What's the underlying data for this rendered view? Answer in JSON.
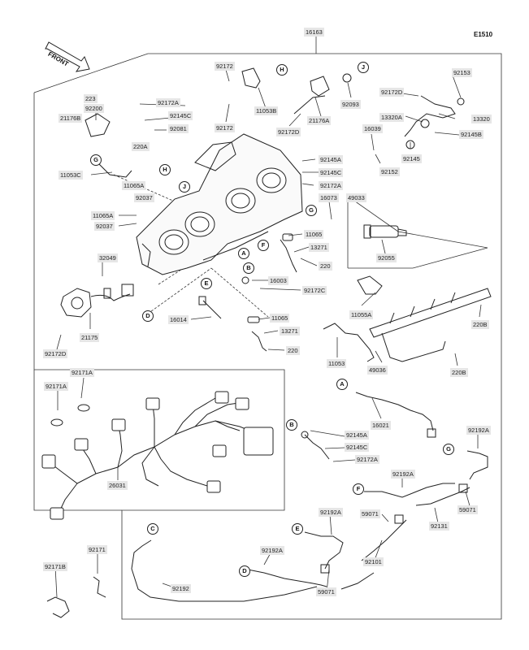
{
  "diagram_code": "E1510",
  "front_label": "FRONT",
  "labels": {
    "l16163": "16163",
    "l92172_top": "92172",
    "l92172a_top": "92172A",
    "l223": "223",
    "l92200": "92200",
    "l21176b": "21176B",
    "l92145c_top": "92145C",
    "l92081": "92081",
    "l220a": "220A",
    "l11053c": "11053C",
    "l11065a_top": "11065A",
    "l92037_top": "92037",
    "l11065a_left": "11065A",
    "l92037_left": "92037",
    "l32049": "32049",
    "l21175": "21175",
    "l92172d_left": "92172D",
    "l11053b": "11053B",
    "l92172_mid": "92172",
    "l92172d_mid": "92172D",
    "l21176a": "21176A",
    "l92093": "92093",
    "l92172d_right": "92172D",
    "l92153": "92153",
    "l13320a": "13320A",
    "l13320": "13320",
    "l16039": "16039",
    "l92145b": "92145B",
    "l92145": "92145",
    "l92152": "92152",
    "l92145a_mid": "92145A",
    "l92145c_mid": "92145C",
    "l92172a_mid": "92172A",
    "l16073": "16073",
    "l49033": "49033",
    "l11065_mid": "11065",
    "l13271_mid": "13271",
    "l220_mid": "220",
    "l92055": "92055",
    "l16003": "16003",
    "l92172c": "92172C",
    "l16014": "16014",
    "l11065_low": "11065",
    "l13271_low": "13271",
    "l220_low": "220",
    "l11055a": "11055A",
    "l220b_top": "220B",
    "l11053": "11053",
    "l49036": "49036",
    "l220b_low": "220B",
    "l92171a_1": "92171A",
    "l92171a_2": "92171A",
    "l26031": "26031",
    "l16021": "16021",
    "l92145a_low": "92145A",
    "l92145c_low": "92145C",
    "l92172a_low": "92172A",
    "l92192a_1": "92192A",
    "l92192a_2": "92192A",
    "l59071_1": "59071",
    "l59071_2": "59071",
    "l92192a_3": "92192A",
    "l92131": "92131",
    "l92192a_4": "92192A",
    "l92101": "92101",
    "l92192": "92192",
    "l59071_3": "59071",
    "l92171": "92171",
    "l92171b": "92171B"
  },
  "refs": {
    "h1": "H",
    "j1": "J",
    "g1": "G",
    "h2": "H",
    "j2": "J",
    "g2": "G",
    "f1": "F",
    "a1": "A",
    "b1": "B",
    "e1": "E",
    "d1": "D",
    "a2": "A",
    "b2": "B",
    "g3": "G",
    "f2": "F",
    "c1": "C",
    "e2": "E",
    "d2": "D",
    "c2": "C"
  }
}
